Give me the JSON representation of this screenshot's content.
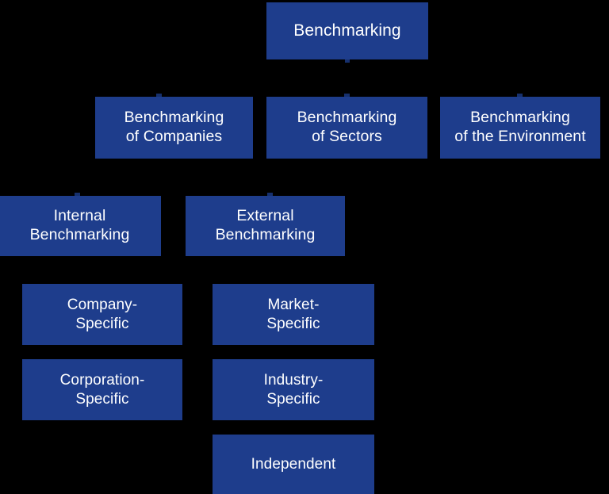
{
  "diagram": {
    "title": "Benchmarking",
    "background_color": "#000000",
    "node_color": "#1E3D8C",
    "node_text_color": "#FFFFFF",
    "connector_color": "#16306E",
    "levels": [
      {
        "level": 1,
        "nodes": [
          {
            "id": "benchmarking",
            "label": "Benchmarking"
          }
        ]
      },
      {
        "level": 2,
        "nodes": [
          {
            "id": "benchmarking-of-companies",
            "label": "Benchmarking\nof Companies"
          },
          {
            "id": "benchmarking-of-sectors",
            "label": "Benchmarking\nof Sectors"
          },
          {
            "id": "benchmarking-of-the-environment",
            "label": "Benchmarking\nof the Environment"
          }
        ]
      },
      {
        "level": 3,
        "nodes": [
          {
            "id": "internal-benchmarking",
            "label": "Internal\nBenchmarking"
          },
          {
            "id": "external-benchmarking",
            "label": "External\nBenchmarking"
          }
        ]
      },
      {
        "level": 4,
        "nodes": [
          {
            "id": "company-specific",
            "label": "Company-\nSpecific"
          },
          {
            "id": "market-specific",
            "label": "Market-\nSpecific"
          },
          {
            "id": "corporation-specific",
            "label": "Corporation-\nSpecific"
          },
          {
            "id": "industry-specific",
            "label": "Industry-\nSpecific"
          },
          {
            "id": "independent",
            "label": "Independent"
          }
        ]
      }
    ]
  }
}
